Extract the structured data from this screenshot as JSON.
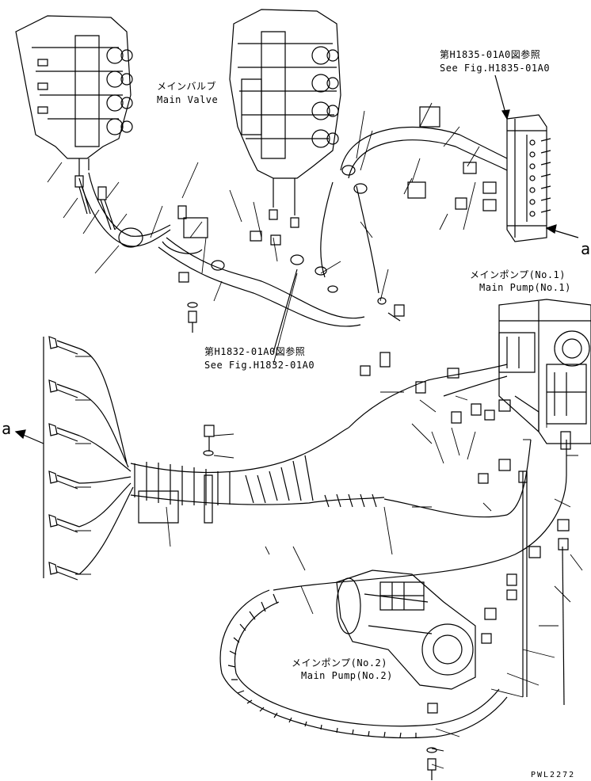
{
  "labels": {
    "ref_h1835_jp": "第H1835-01A0図参照",
    "ref_h1835_en": "See Fig.H1835-01A0",
    "main_valve_jp": "メインバルブ",
    "main_valve_en": "Main Valve",
    "main_pump1_jp": "メインポンプ(No.1)",
    "main_pump1_en": "Main Pump(No.1)",
    "ref_h1832_jp": "第H1832-01A0図参照",
    "ref_h1832_en": "See Fig.H1832-01A0",
    "main_pump2_jp": "メインポンプ(No.2)",
    "main_pump2_en": "Main Pump(No.2)",
    "arrow_a_right": "a",
    "arrow_a_left": "a",
    "drawing_code": "PWL2272"
  }
}
